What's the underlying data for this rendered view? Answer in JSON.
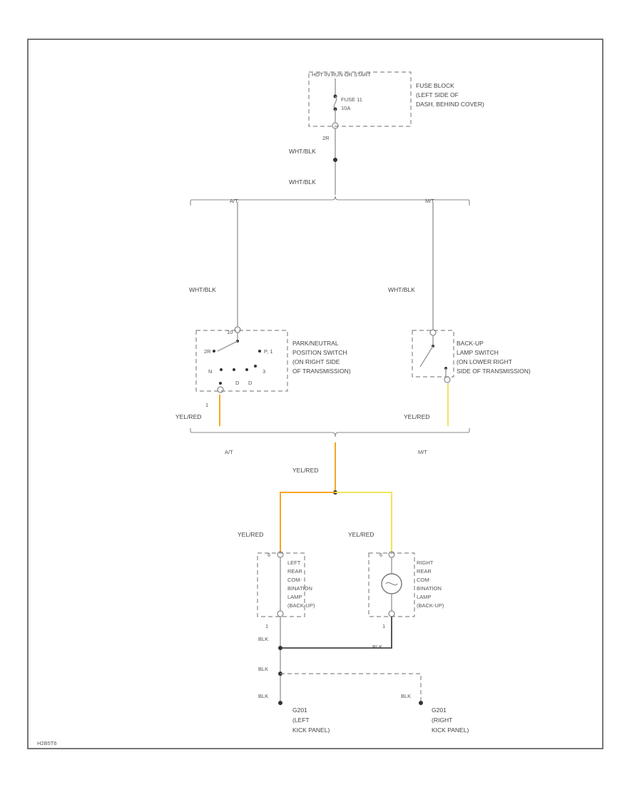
{
  "fuse_block": {
    "header": "HOT IN RUN OR START",
    "fuse_label": "FUSE 11",
    "fuse_rating": "10A",
    "desc": [
      "FUSE BLOCK",
      "(LEFT SIDE OF",
      "DASH, BEHIND COVER)"
    ],
    "pin": "2R"
  },
  "wires": {
    "w1": "WHT/BLK",
    "w2": "WHT/BLK",
    "w_at": "WHT/BLK",
    "w_mt": "WHT/BLK",
    "y_at": "YEL/RED",
    "y_mt": "YEL/RED",
    "y_main": "YEL/RED",
    "y_left": "YEL/RED",
    "y_right": "YEL/RED",
    "blk_l1": "BLK",
    "blk_l2": "BLK",
    "blk_l3": "BLK",
    "blk_r": "BLK",
    "blk_join": "BLK"
  },
  "branch": {
    "at": "A/T",
    "mt": "M/T"
  },
  "prnd_switch": {
    "desc": [
      "PARK/NEUTRAL",
      "POSITION SWITCH",
      "(ON RIGHT SIDE",
      "OF TRANSMISSION)"
    ],
    "pin_top": "10",
    "pin_left": "2R",
    "pin_right": "P, 1",
    "pin_n": "N",
    "pin_d": "D",
    "pin_3": "3",
    "pin_bottom": "1"
  },
  "backup_switch": {
    "desc": [
      "BACK-UP",
      "LAMP SWITCH",
      "(ON LOWER RIGHT",
      "SIDE OF TRANSMISSION)"
    ]
  },
  "left_lamp": {
    "desc": [
      "LEFT",
      "REAR",
      "COM-",
      "BINATION",
      "LAMP",
      "(BACK-UP)"
    ],
    "pin_top": "6",
    "pin_bottom": "1"
  },
  "right_lamp": {
    "desc": [
      "RIGHT",
      "REAR",
      "COM-",
      "BINATION",
      "LAMP",
      "(BACK-UP)"
    ],
    "pin_top": "6",
    "pin_bottom": "1"
  },
  "grounds": {
    "left": {
      "id": "G201",
      "desc": [
        "(LEFT",
        "KICK PANEL)"
      ]
    },
    "right": {
      "id": "G201",
      "desc": [
        "(RIGHT",
        "KICK PANEL)"
      ]
    }
  },
  "footer_code": "H2B5T6",
  "colors": {
    "wire": "#9a9a9a",
    "orange": "#f5a623",
    "yellow": "#f2e35a"
  }
}
